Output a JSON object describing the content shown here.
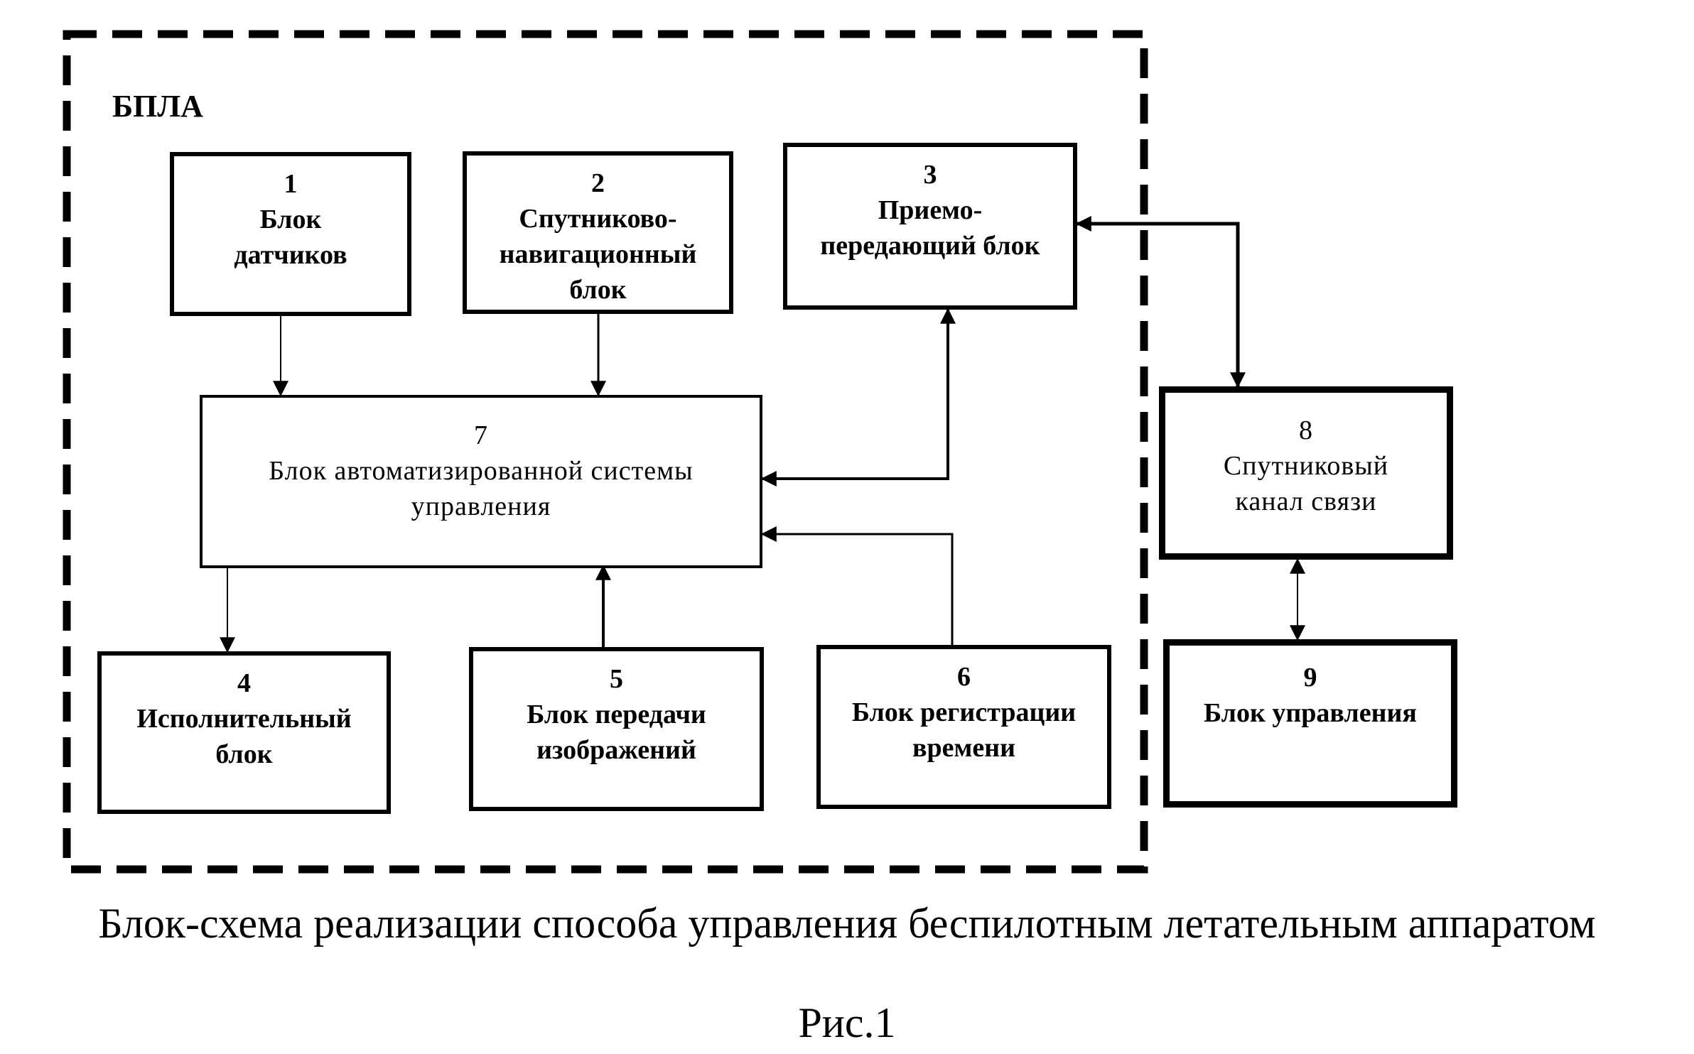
{
  "diagram": {
    "group_label": "БПЛА",
    "blocks": [
      {
        "id": "1",
        "label": "Блок\nдатчиков"
      },
      {
        "id": "2",
        "label": "Спутниково-\nнавигационный\nблок"
      },
      {
        "id": "3",
        "label": "Приемо-\nпередающий блок"
      },
      {
        "id": "4",
        "label": "Исполнительный\nблок"
      },
      {
        "id": "5",
        "label": "Блок передачи\nизображений"
      },
      {
        "id": "6",
        "label": "Блок регистрации\nвремени"
      },
      {
        "id": "7",
        "label": "Блок автоматизированной системы\nуправления"
      },
      {
        "id": "8",
        "label": "Спутниковый\nканал связи"
      },
      {
        "id": "9",
        "label": "Блок управления"
      }
    ],
    "connections": [
      {
        "from": "1",
        "to": "7",
        "direction": "one-way"
      },
      {
        "from": "2",
        "to": "7",
        "direction": "one-way"
      },
      {
        "from": "7",
        "to": "3",
        "direction": "two-way"
      },
      {
        "from": "3",
        "to": "8",
        "direction": "two-way"
      },
      {
        "from": "7",
        "to": "4",
        "direction": "one-way"
      },
      {
        "from": "5",
        "to": "7",
        "direction": "one-way"
      },
      {
        "from": "6",
        "to": "7",
        "direction": "one-way"
      },
      {
        "from": "8",
        "to": "9",
        "direction": "two-way"
      }
    ]
  },
  "caption": "Блок-схема реализации способа управления беспилотным летательным аппаратом",
  "figure_number": "Рис.1"
}
